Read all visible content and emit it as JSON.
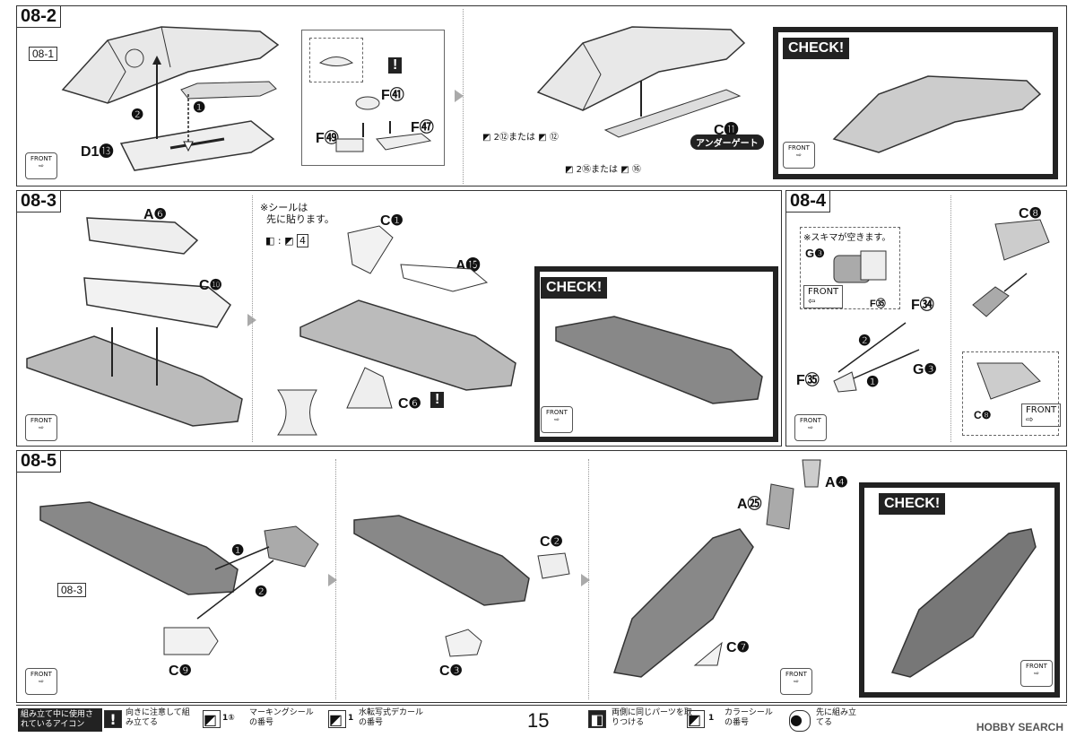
{
  "steps": {
    "s082": {
      "id": "08-2",
      "ref": "08-1",
      "part_d": "D1⓭",
      "part_f41": "F㊶",
      "part_f49": "F㊾",
      "part_f47": "F㊼",
      "part_c11": "C⓫",
      "undergate": "アンダーゲート",
      "marking1": "2⑫または",
      "marking2": "2⑯または",
      "ring1": "⑫",
      "ring2": "⑯",
      "check": "CHECK!"
    },
    "s083": {
      "id": "08-3",
      "part_a6": "A❻",
      "part_c10": "C❿",
      "part_c1": "C❶",
      "part_a15": "A⓯",
      "part_c6": "C❻",
      "sticker_note_1": "※シールは",
      "sticker_note_2": "先に貼ります。",
      "sticker_num": "4",
      "check": "CHECK!"
    },
    "s084": {
      "id": "08-4",
      "gap_note": "※スキマが空きます。",
      "part_g3": "G❸",
      "part_f35": "F㉟",
      "part_f34": "F㉞",
      "part_c8": "C❽",
      "front": "FRONT"
    },
    "s085": {
      "id": "08-5",
      "ref": "08-3",
      "part_c9": "C❾",
      "part_c2": "C❷",
      "part_c3": "C❸",
      "part_a25": "A㉕",
      "part_a4": "A❹",
      "part_c7": "C❼",
      "check": "CHECK!"
    }
  },
  "front_label": "FRONT",
  "legend": {
    "title": "組み立て中に使用されているアイコン",
    "item1": "向きに注意して組み立てる",
    "item2": "マーキングシールの番号",
    "item3": "水転写式デカールの番号",
    "item4": "両側に同じパーツを取りつける",
    "item5": "カラーシールの番号",
    "item6": "先に組み立てる",
    "num1": "1①",
    "num2": "1",
    "num3": "1"
  },
  "page_number": "15",
  "watermark": "HOBBY SEARCH"
}
